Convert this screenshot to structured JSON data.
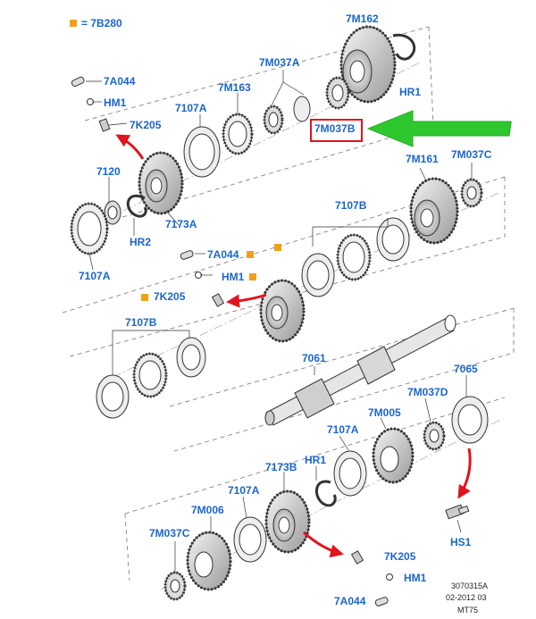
{
  "legend": {
    "marker_color": "#f0a01e",
    "text": "= 7B280"
  },
  "colors": {
    "label": "#1a66cc",
    "highlight": "#e0141e",
    "pointer": "#2ec82e",
    "arrow": "#e0141e"
  },
  "labels": {
    "l_7m162": "7M162",
    "l_7m037a": "7M037A",
    "l_7a044_top": "7A044",
    "l_hm1_top": "HM1",
    "l_7k205_top": "7K205",
    "l_7107a_top": "7107A",
    "l_7m163": "7M163",
    "l_hr1_top": "HR1",
    "l_7m037b": "7M037B",
    "l_7120": "7120",
    "l_7173a": "7173A",
    "l_hr2": "HR2",
    "l_7107a_left": "7107A",
    "l_7m161": "7M161",
    "l_7m037c_right": "7M037C",
    "l_7107b_mid": "7107B",
    "l_7a044_mid": "7A044",
    "l_hm1_mid": "HM1",
    "l_7k205_mid": "7K205",
    "l_7107b_left": "7107B",
    "l_7061": "7061",
    "l_7065": "7065",
    "l_7m037d": "7M037D",
    "l_7m005": "7M005",
    "l_7107a_low": "7107A",
    "l_hr1_low": "HR1",
    "l_7173b": "7173B",
    "l_7107a_bottom": "7107A",
    "l_7m006": "7M006",
    "l_7m037c_bottom": "7M037C",
    "l_hs1": "HS1",
    "l_7k205_bottom": "7K205",
    "l_hm1_bottom": "HM1",
    "l_7a044_bottom": "7A044"
  },
  "ref": {
    "line1": "3070315A",
    "line2": "02-2012 03",
    "line3": "MT75"
  }
}
